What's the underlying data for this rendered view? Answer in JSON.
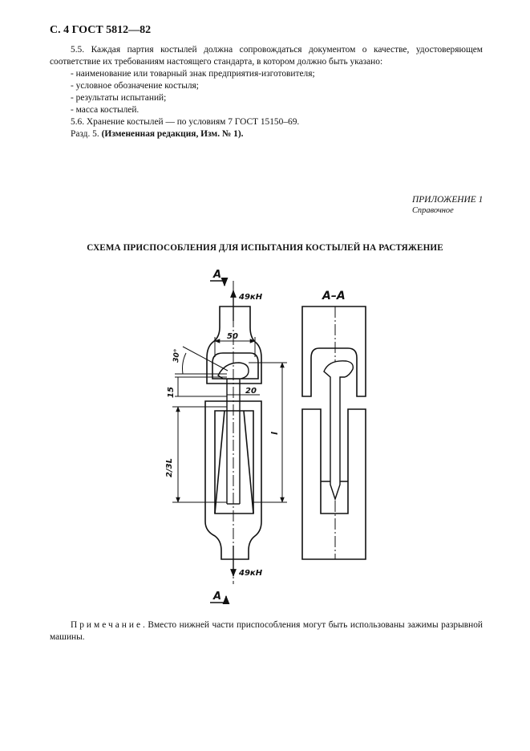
{
  "header": "С. 4 ГОСТ 5812—82",
  "body": {
    "p55": "5.5. Каждая партия костылей должна сопровождаться документом о качестве, удостоверяющем соответствие их требованиям настоящего стандарта, в котором должно быть указано:",
    "list": [
      "- наименование или товарный знак предприятия-изготовителя;",
      "- условное обозначение костыля;",
      "- результаты испытаний;",
      "- масса костылей."
    ],
    "p56": "5.6. Хранение костылей — по условиям 7 ГОСТ 15150–69.",
    "razd_prefix": "Разд. 5. ",
    "razd_bold": "(Измененная редакция, Изм. № 1)."
  },
  "appendix": {
    "label": "ПРИЛОЖЕНИЕ 1",
    "type": "Справочное"
  },
  "figure": {
    "title": "СХЕМА ПРИСПОСОБЛЕНИЯ ДЛЯ ИСПЫТАНИЯ КОСТЫЛЕЙ НА РАСТЯЖЕНИЕ",
    "section_mark": "А",
    "section_view": "А–А",
    "force": "49кН",
    "dim_50": "50",
    "dim_30deg": "30°",
    "dim_15": "15",
    "dim_20": "20",
    "dim_l": "l",
    "dim_2_3l": "2/3L"
  },
  "note": {
    "label": "Примечание",
    "text": ". Вместо нижней части приспособления могут быть использованы зажимы разрывной машины."
  }
}
